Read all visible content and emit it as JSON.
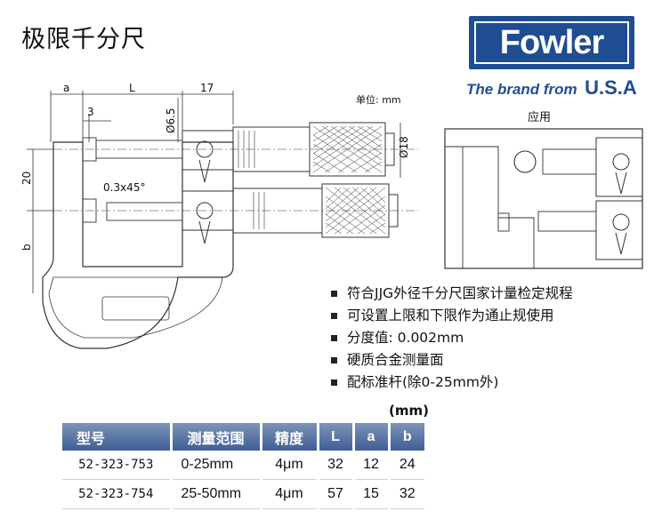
{
  "header": {
    "title": "极限千分尺",
    "logo_text": "Fowler",
    "tagline_left": "The brand from",
    "tagline_right": "U.S.A"
  },
  "drawing": {
    "unit_label": "单位: mm",
    "dim_a": "a",
    "dim_L": "L",
    "dim_17": "17",
    "dim_3": "3",
    "dim_65": "Ø6.5",
    "dim_18": "Ø18",
    "dim_20": "20",
    "dim_b": "b",
    "dim_chamfer": "0.3x45°"
  },
  "application": {
    "label": "应用"
  },
  "features": [
    "符合JJG外径千分尺国家计量检定规程",
    "可设置上限和下限作为通止规使用",
    "分度值: 0.002mm",
    "硬质合金测量面",
    "配标准杆(除0-25mm外)"
  ],
  "table": {
    "unit": "(mm)",
    "headers": [
      "型号",
      "测量范围",
      "精度",
      "L",
      "a",
      "b"
    ],
    "rows": [
      [
        "52-323-753",
        "0-25mm",
        "4μm",
        "32",
        "12",
        "24"
      ],
      [
        "52-323-754",
        "25-50mm",
        "4μm",
        "57",
        "15",
        "32"
      ]
    ]
  },
  "colors": {
    "brand_blue": "#1f4d92",
    "table_header": "#4a6aa0"
  }
}
